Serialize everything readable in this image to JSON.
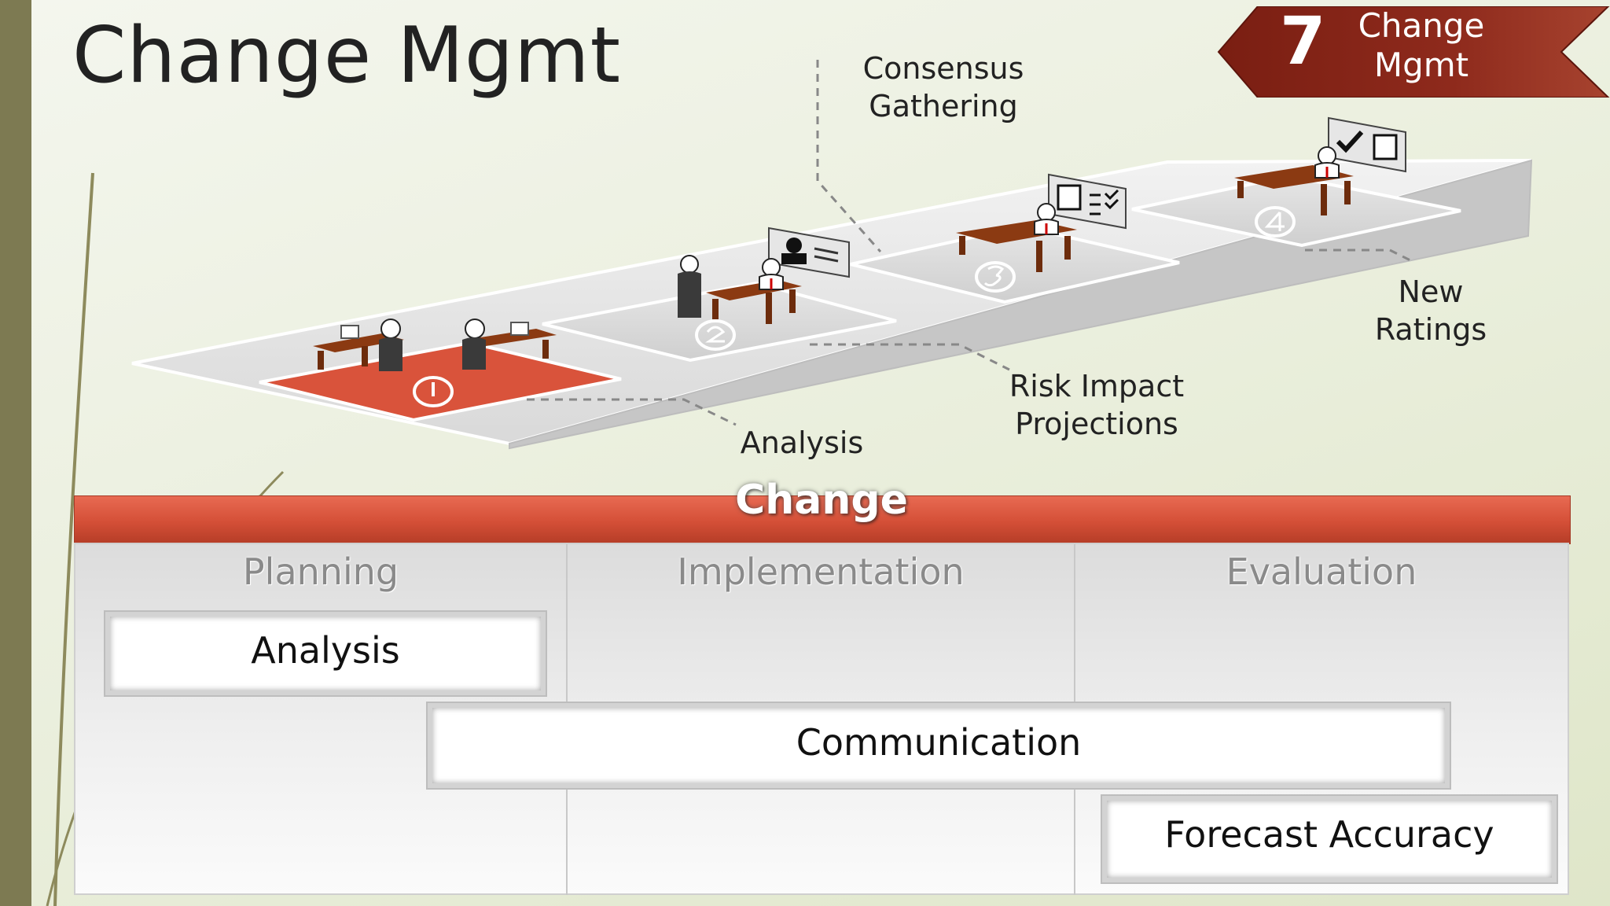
{
  "slide": {
    "title": "Change Mgmt",
    "badge": {
      "number": "7",
      "label": "Change Mgmt"
    }
  },
  "diagram": {
    "callouts": {
      "consensus": "Consensus Gathering",
      "new_ratings": "New Ratings",
      "risk": "Risk Impact Projections",
      "analysis": "Analysis"
    },
    "stages": [
      {
        "number": "1",
        "active": true
      },
      {
        "number": "2",
        "active": false
      },
      {
        "number": "3",
        "active": false
      },
      {
        "number": "4",
        "active": false
      }
    ]
  },
  "table": {
    "header": "Change",
    "columns": [
      "Planning",
      "Implementation",
      "Evaluation"
    ],
    "tasks": {
      "analysis": "Analysis",
      "communication": "Communication",
      "forecast": "Forecast Accuracy"
    }
  },
  "colors": {
    "accent_red": "#d44f37",
    "badge_dark_red": "#7a1e12",
    "sidebar_olive": "#7d7a52"
  }
}
